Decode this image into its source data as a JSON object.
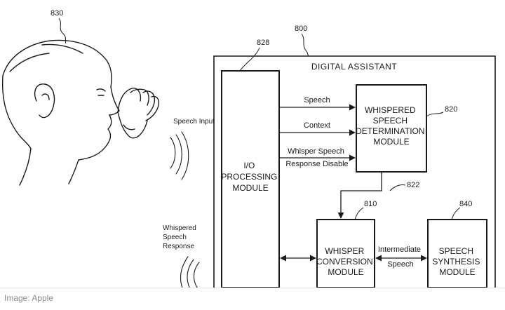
{
  "refs": {
    "person": "830",
    "assistant": "800",
    "io": "828",
    "whisper_det": "820",
    "det_to_conv": "822",
    "conversion": "810",
    "synthesis": "840"
  },
  "assistant": {
    "title": "DIGITAL ASSISTANT"
  },
  "io_module": {
    "lines": [
      "I/O",
      "PROCESSING",
      "MODULE"
    ]
  },
  "whisper_determination": {
    "lines": [
      "WHISPERED",
      "SPEECH",
      "DETERMINATION",
      "MODULE"
    ]
  },
  "whisper_conversion": {
    "lines": [
      "WHISPER",
      "CONVERSION",
      "MODULE"
    ]
  },
  "speech_synthesis": {
    "lines": [
      "SPEECH",
      "SYNTHESIS",
      "MODULE"
    ]
  },
  "signals": {
    "speech": "Speech",
    "context": "Context",
    "whisper_disable": [
      "Whisper Speech",
      "Response Disable"
    ],
    "intermediate": [
      "Intermediate",
      "Speech"
    ]
  },
  "external": {
    "speech_input": "Speech Input",
    "whispered_response": [
      "Whispered",
      "Speech",
      "Response"
    ]
  },
  "caption": "Image: Apple"
}
